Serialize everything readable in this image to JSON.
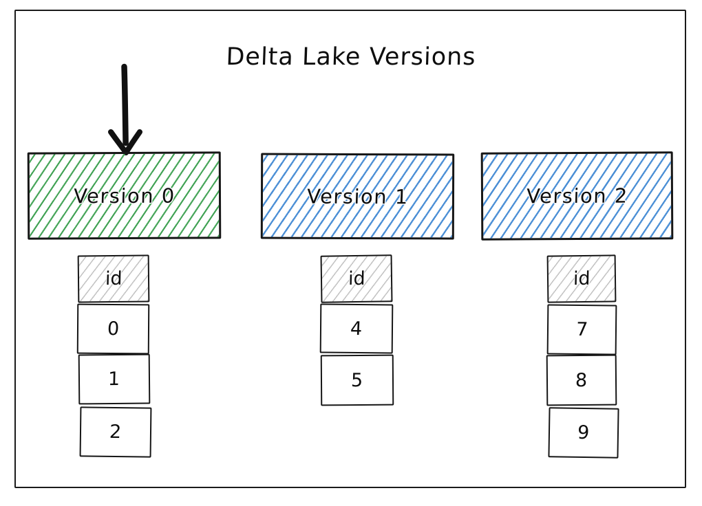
{
  "diagram": {
    "title": "Delta Lake Versions",
    "background_color": "#ffffff",
    "frame_color": "#1a1a1a",
    "style": "hand-drawn sketch"
  },
  "annotation": {
    "arrow": {
      "icon": "down-arrow-icon",
      "points_to": "Version 0",
      "color": "#111111"
    }
  },
  "versions": [
    {
      "label": "Version 0",
      "fill": "hatch-green",
      "accent_color": "#3ca050",
      "table": {
        "header": "id",
        "rows": [
          "0",
          "1",
          "2"
        ]
      }
    },
    {
      "label": "Version 1",
      "fill": "hatch-blue",
      "accent_color": "#3e87d2",
      "table": {
        "header": "id",
        "rows": [
          "4",
          "5"
        ]
      }
    },
    {
      "label": "Version 2",
      "fill": "hatch-blue",
      "accent_color": "#3e87d2",
      "table": {
        "header": "id",
        "rows": [
          "7",
          "8",
          "9"
        ]
      }
    }
  ]
}
